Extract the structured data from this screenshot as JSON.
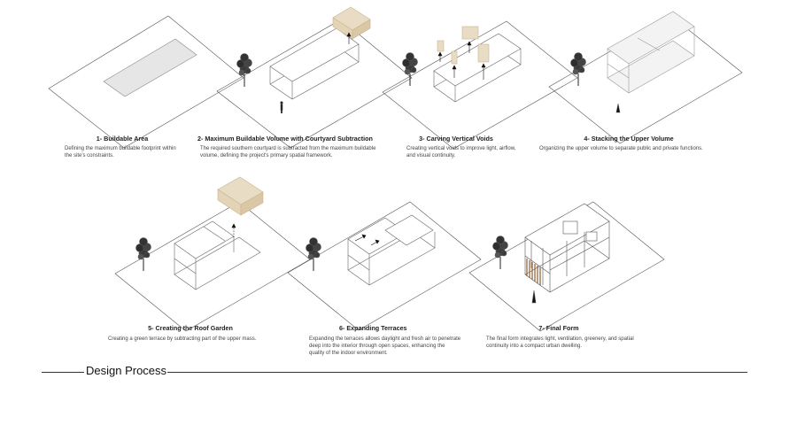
{
  "steps": [
    {
      "title": "1- Buildable Area",
      "description": "Defining the maximum buildable footprint within the site's constraints."
    },
    {
      "title": "2- Maximum Buildable Volume with Courtyard Subtraction",
      "description": "The required southern courtyard is subtracted from the maximum buildable volume, defining the project's primary spatial framework."
    },
    {
      "title": "3- Carving Vertical Voids",
      "description": "Creating vertical voids to improve light, airflow, and visual continuity."
    },
    {
      "title": "4- Stacking the Upper Volume",
      "description": "Organizing the upper volume to separate public and private functions."
    },
    {
      "title": "5- Creating the Roof Garden",
      "description": "Creating a green terrace by subtracting part of the upper mass."
    },
    {
      "title": "6- Expanding Terraces",
      "description": "Expanding the terraces allows daylight and fresh air to penetrate deep into the interior through open spaces, enhancing the quality of the indoor environment."
    },
    {
      "title": "7- Final Form",
      "description": "The final form integrates light, ventilation, greenery, and spatial continuity into a compact urban dwelling."
    }
  ],
  "section_title": "Design Process",
  "colors": {
    "accent_volume": "#e8dcc4",
    "accent_stroke": "#c9b48f",
    "site_fill": "#e6e6e6",
    "wood": "#a8784a"
  }
}
